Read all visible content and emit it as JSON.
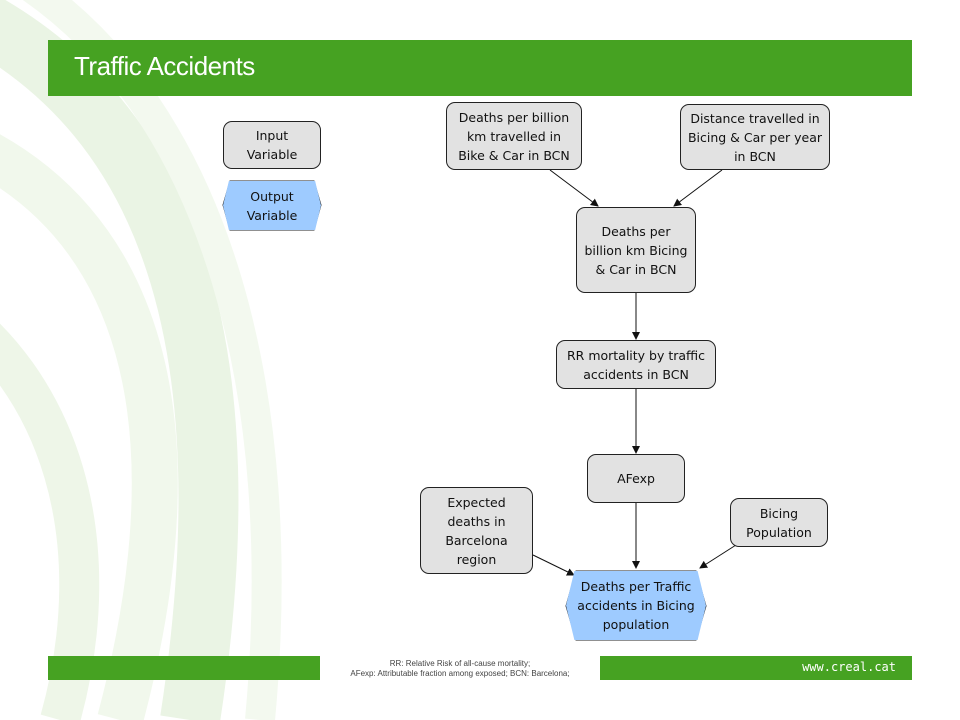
{
  "title": "Traffic Accidents",
  "legend": {
    "input_label": "Input\nVariable",
    "output_label": "Output\nVariable"
  },
  "nodes": {
    "deaths_per_billion_km": "Deaths per billion\nkm travelled in\nBike & Car in BCN",
    "distance_travelled": "Distance travelled in\nBicing & Car per year\nin BCN",
    "deaths_per_billion_km_bicing": "Deaths per\nbillion km Bicing\n& Car in BCN",
    "rr_mortality": "RR mortality by traffic\naccidents in BCN",
    "afexp": "AFexp",
    "expected_deaths": "Expected\ndeaths in\nBarcelona\nregion",
    "bicing_population": "Bicing\nPopulation",
    "deaths_traffic_accidents": "Deaths per Traffic\naccidents in Bicing\npopulation"
  },
  "footer": {
    "note_line1": "RR: Relative Risk of all-cause mortality;",
    "note_line2": "AFexp: Attributable fraction among exposed; BCN: Barcelona;",
    "url": "www.creal.cat"
  },
  "colors": {
    "brand_green": "#46a222",
    "input_fill": "#e2e2e2",
    "output_fill": "#9ecbff"
  }
}
